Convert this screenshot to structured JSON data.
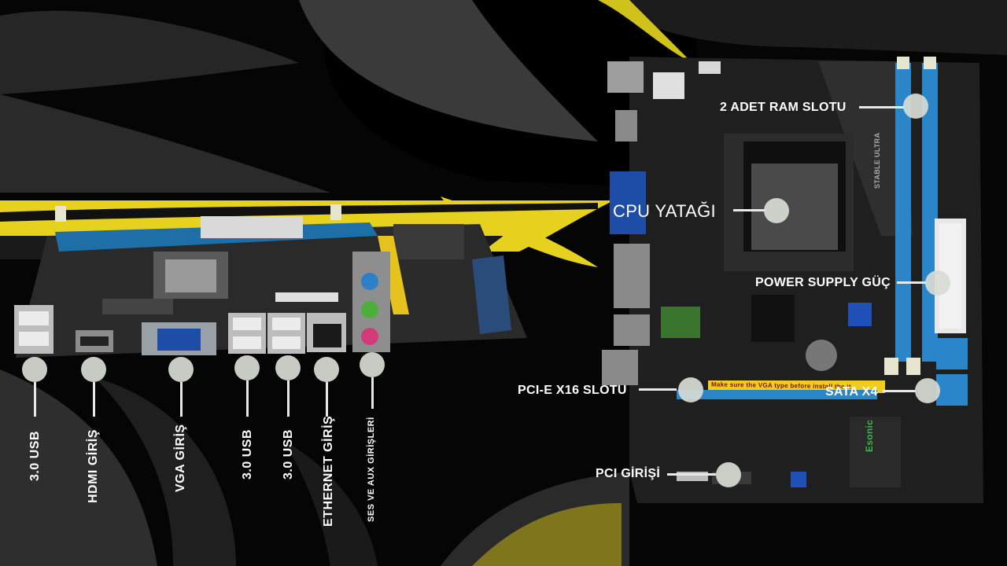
{
  "colors": {
    "background": "#000000",
    "accent_yellow": "#e6d21e",
    "label_text": "#ffffff",
    "marker": "#d8dcd4"
  },
  "io_labels": {
    "usb_left": "3.0 USB",
    "hdmi": "HDMI GİRİŞ",
    "vga": "VGA GİRİŞ",
    "usb_mid_1": "3.0 USB",
    "usb_mid_2": "3.0 USB",
    "ethernet": "ETHERNET GİRİŞ",
    "audio": "SES VE AUX GİRİŞLERİ"
  },
  "board_labels": {
    "ram": "2 ADET RAM SLOTU",
    "cpu": "CPU YATAĞI",
    "power": "POWER SUPPLY GÜÇ",
    "pcie": "PCI-E X16 SLOTU",
    "sata": "SATA X4",
    "pci": "PCI GİRİŞİ"
  },
  "board_text": {
    "vga_warning": "Make sure the VGA type before install the it",
    "brand": "Esonic",
    "stable": "STABLE ULTRA"
  }
}
